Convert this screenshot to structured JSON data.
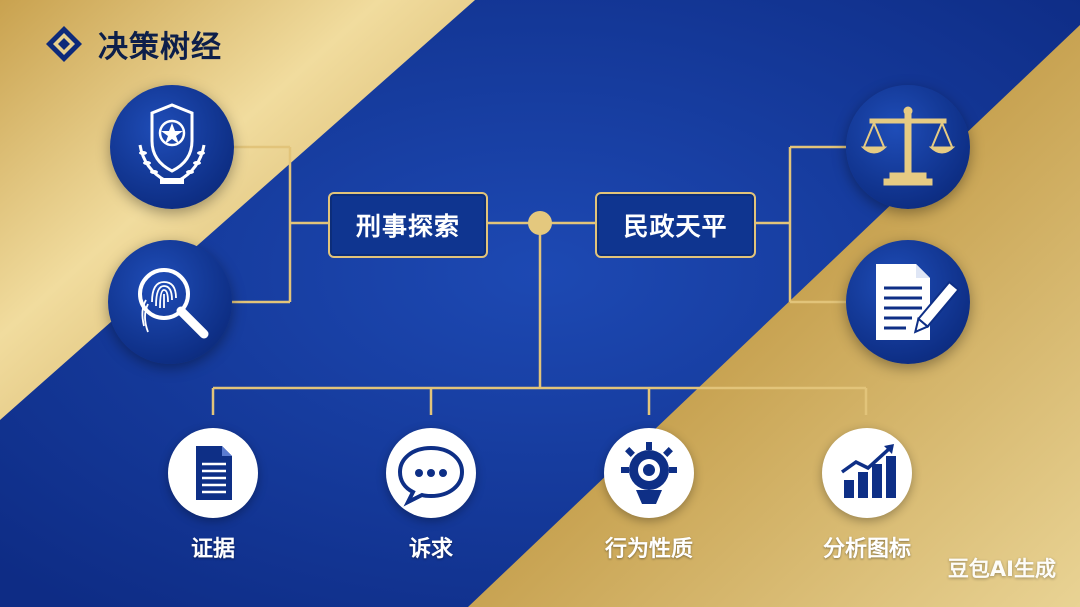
{
  "header": {
    "title": "决策树经"
  },
  "nodes": {
    "left_box": "刑事探索",
    "right_box": "民政天平"
  },
  "icons_top": {
    "left_top": "police-badge-icon",
    "left_bottom": "fingerprint-magnifier-icon",
    "right_top": "scales-of-justice-icon",
    "right_bottom": "document-pen-icon"
  },
  "branches": [
    {
      "label": "证据",
      "icon": "document-icon"
    },
    {
      "label": "诉求",
      "icon": "speech-bubble-icon"
    },
    {
      "label": "行为性质",
      "icon": "head-gear-icon"
    },
    {
      "label": "分析图标",
      "icon": "bar-chart-icon"
    }
  ],
  "watermark": "豆包AI生成",
  "colors": {
    "gold": "#d9b867",
    "blue": "#123a9c",
    "navy": "#0d1f4a"
  }
}
